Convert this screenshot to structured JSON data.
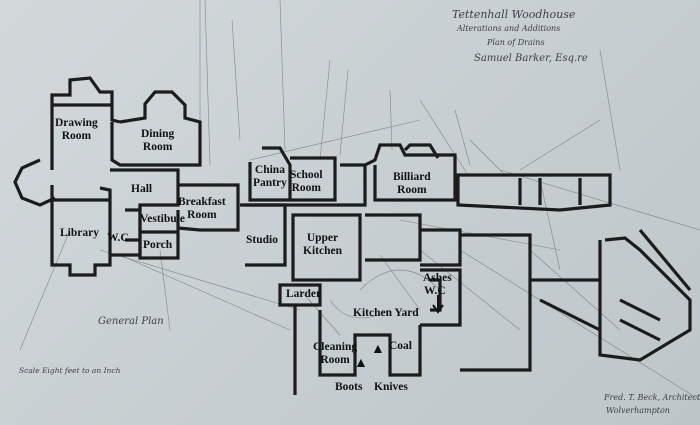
{
  "rooms": {
    "drawing_room_1": "Drawing",
    "drawing_room_2": "Room",
    "dining_room_1": "Dining",
    "dining_room_2": "Room",
    "hall": "Hall",
    "library": "Library",
    "vestibule": "Vestibule",
    "wc_left": "W.C",
    "porch": "Porch",
    "breakfast_room_1": "Breakfast",
    "breakfast_room_2": "Room",
    "china_pantry_1": "China",
    "china_pantry_2": "Pantry",
    "school_room_1": "School",
    "school_room_2": "Room",
    "billiard_room_1": "Billiard",
    "billiard_room_2": "Room",
    "studio": "Studio",
    "upper_kitchen_1": "Upper",
    "upper_kitchen_2": "Kitchen",
    "ashes": "Ashes",
    "wc_right": "W.C",
    "larder": "Larder",
    "kitchen_yard": "Kitchen Yard",
    "cleaning_room_1": "Cleaning",
    "cleaning_room_2": "Room",
    "coal": "Coal",
    "boots": "Boots",
    "knives": "Knives"
  },
  "annotations": {
    "title_1": "Tettenhall Woodhouse",
    "title_2": "Alterations and Additions",
    "title_3": "Plan of Drains",
    "title_4": "Samuel Barker, Esq.re",
    "general_plan": "General Plan",
    "scale": "Scale Eight feet to an Inch",
    "architect_1": "Fred. T. Beck, Architect",
    "architect_2": "Wolverhampton"
  }
}
